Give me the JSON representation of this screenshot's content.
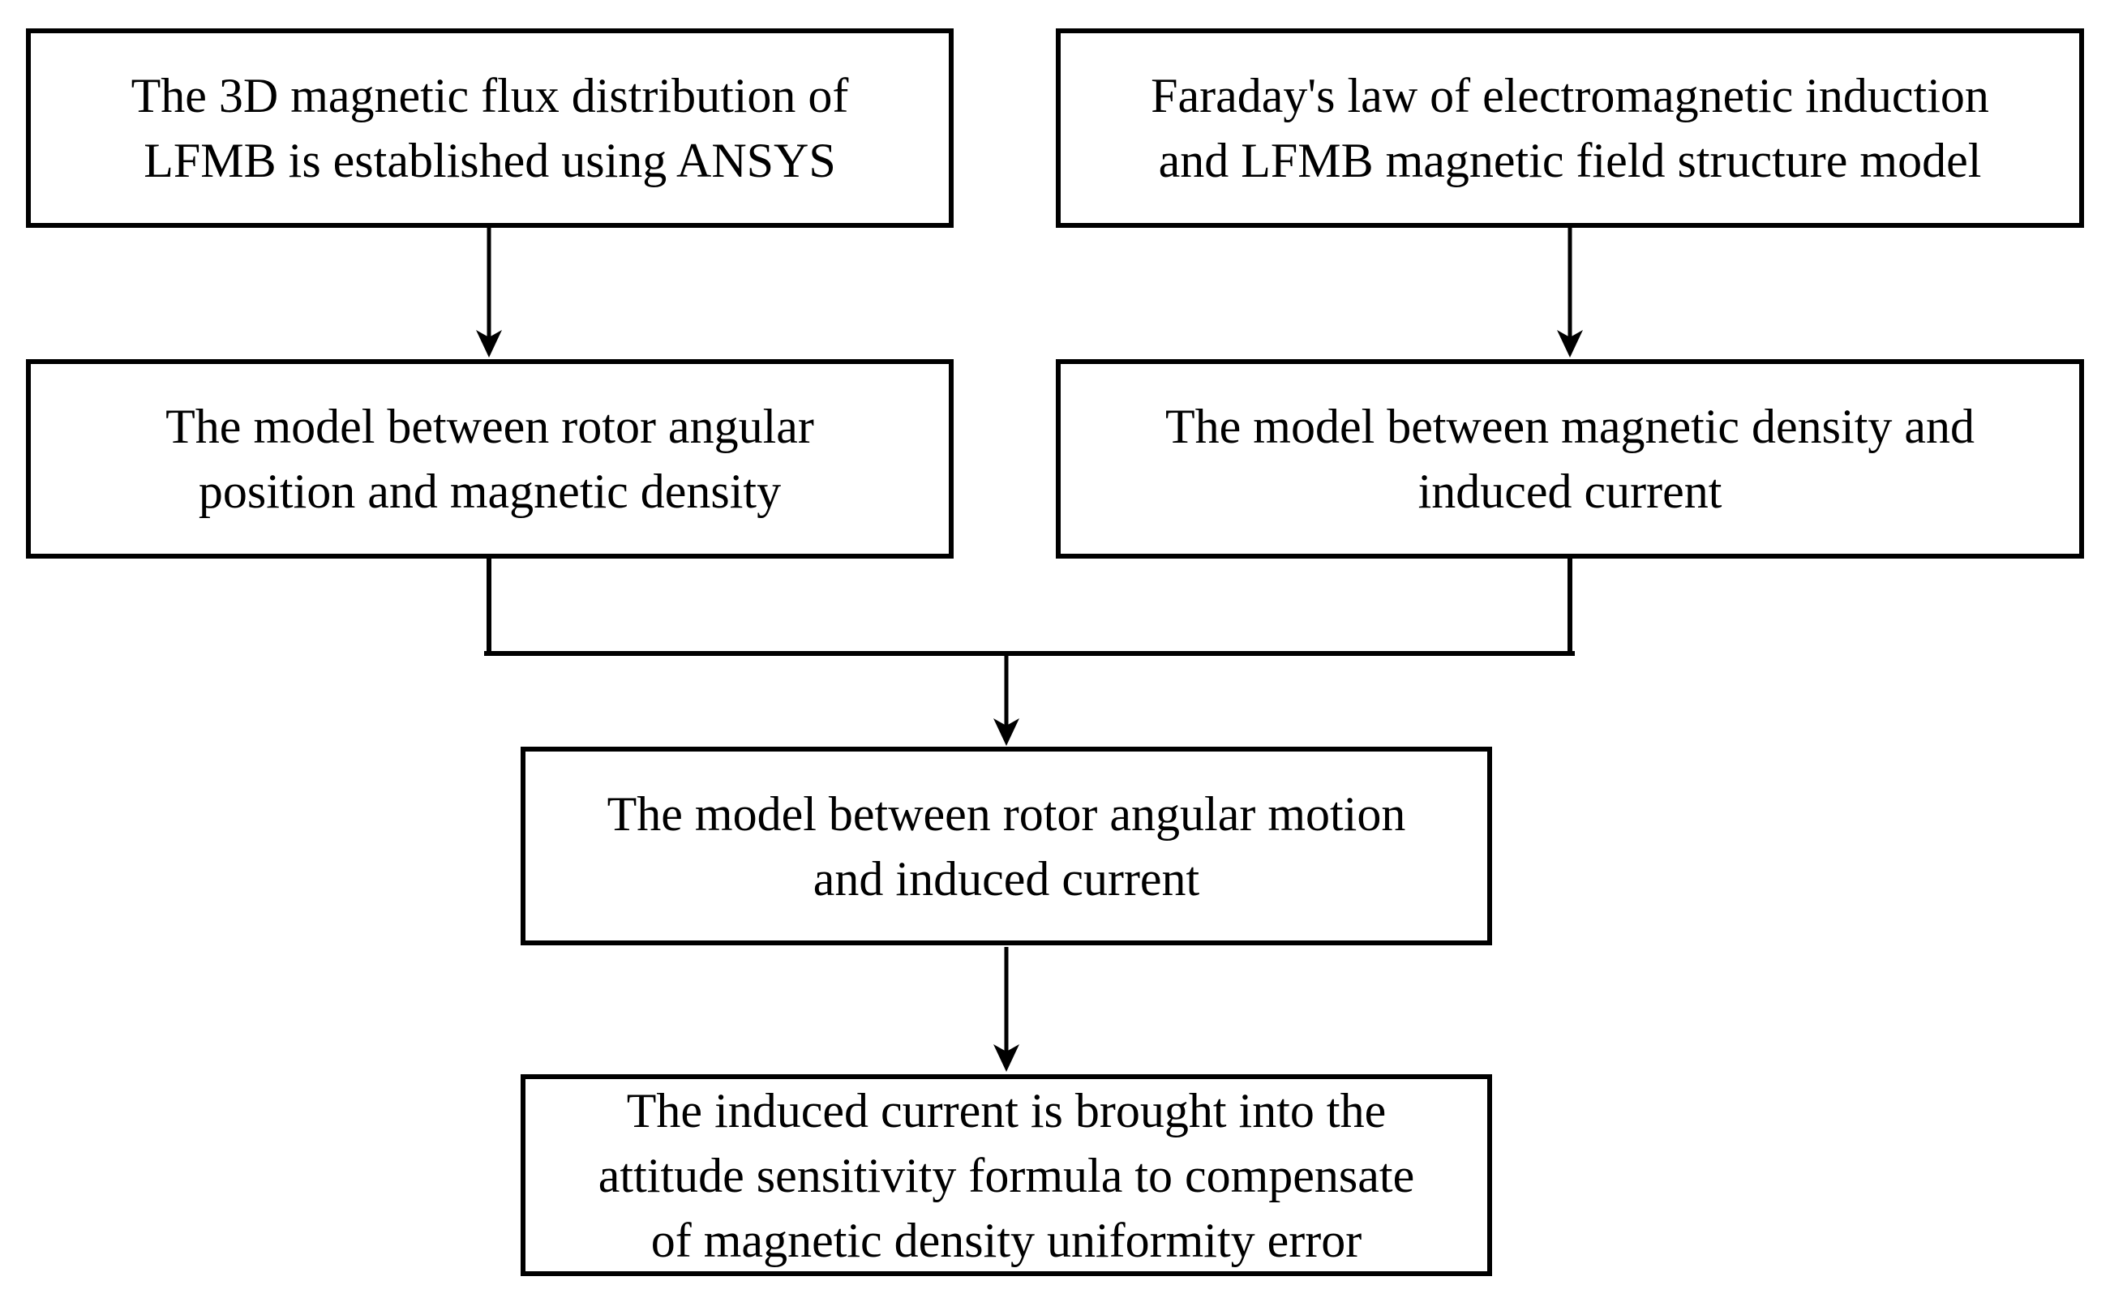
{
  "diagram": {
    "type": "flowchart",
    "background_color": "#ffffff",
    "line_color": "#000000",
    "text_color": "#000000",
    "boxes": [
      {
        "id": "ansys-flux",
        "lines": [
          "The 3D magnetic flux distribution of",
          "LFMB is established using ANSYS"
        ]
      },
      {
        "id": "faraday-law",
        "lines": [
          "Faraday's law of electromagnetic induction",
          "and LFMB magnetic field structure model"
        ]
      },
      {
        "id": "rotor-position-magnetic-density",
        "lines": [
          "The model between rotor angular",
          "position and magnetic density"
        ]
      },
      {
        "id": "magnetic-density-induced-current",
        "lines": [
          "The model between magnetic density and",
          "induced current"
        ]
      },
      {
        "id": "rotor-motion-induced-current",
        "lines": [
          "The model between rotor angular motion",
          "and induced current"
        ]
      },
      {
        "id": "compensation",
        "lines": [
          "The induced current is brought into the",
          "attitude sensitivity formula to compensate",
          "of magnetic density uniformity error"
        ]
      }
    ],
    "connections": [
      {
        "from": "ansys-flux",
        "to": "rotor-position-magnetic-density",
        "style": "arrow"
      },
      {
        "from": "faraday-law",
        "to": "magnetic-density-induced-current",
        "style": "arrow"
      },
      {
        "from": "rotor-position-magnetic-density",
        "to": "rotor-motion-induced-current",
        "style": "merge-arrow"
      },
      {
        "from": "magnetic-density-induced-current",
        "to": "rotor-motion-induced-current",
        "style": "merge-arrow"
      },
      {
        "from": "rotor-motion-induced-current",
        "to": "compensation",
        "style": "arrow"
      }
    ]
  }
}
